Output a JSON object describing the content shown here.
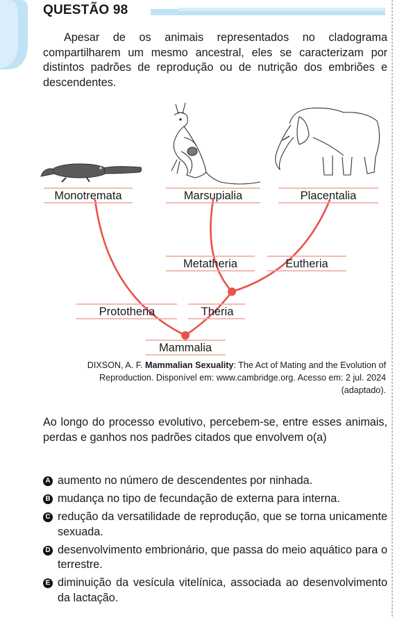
{
  "question": {
    "header": "QUESTÃO 98",
    "intro": "Apesar de os animais representados no cladograma compartilharem um mesmo ancestral, eles se caracterizam por distintos padrões de reprodução ou de nutrição dos embriões e descendentes.",
    "stem": "Ao longo do processo evolutivo, percebem-se, entre esses animais, perdas e ganhos nos padrões citados que envolvem o(a)"
  },
  "cladogram": {
    "line_color": "#e8524a",
    "labels": {
      "monotremata": "Monotremata",
      "marsupialia": "Marsupialia",
      "placentalia": "Placentalia",
      "metatheria": "Metatheria",
      "eutheria": "Eutheria",
      "prototheria": "Prototheria",
      "theria": "Theria",
      "mammalia": "Mammalia"
    }
  },
  "citation": {
    "author": "DIXSON, A. F. ",
    "title": "Mammalian Sexuality",
    "subtitle": ": The Act of Mating and the Evolution of Reproduction. Disponível em: www.cambridge.org. Acesso em: 2 jul. 2024 (adaptado)."
  },
  "options": [
    {
      "letter": "A",
      "text": "aumento no número de descendentes por ninhada."
    },
    {
      "letter": "B",
      "text": "mudança no tipo de fecundação de externa para interna."
    },
    {
      "letter": "C",
      "text": "redução da versatilidade de reprodução, que se torna unicamente sexuada."
    },
    {
      "letter": "D",
      "text": "desenvolvimento embrionário, que passa do meio aquático para o terrestre."
    },
    {
      "letter": "E",
      "text": "diminuição da vesícula vitelínica, associada ao desenvolvimento da lactação."
    }
  ],
  "colors": {
    "accent_blue": "#bfe3f5",
    "text": "#1a1a1a"
  }
}
